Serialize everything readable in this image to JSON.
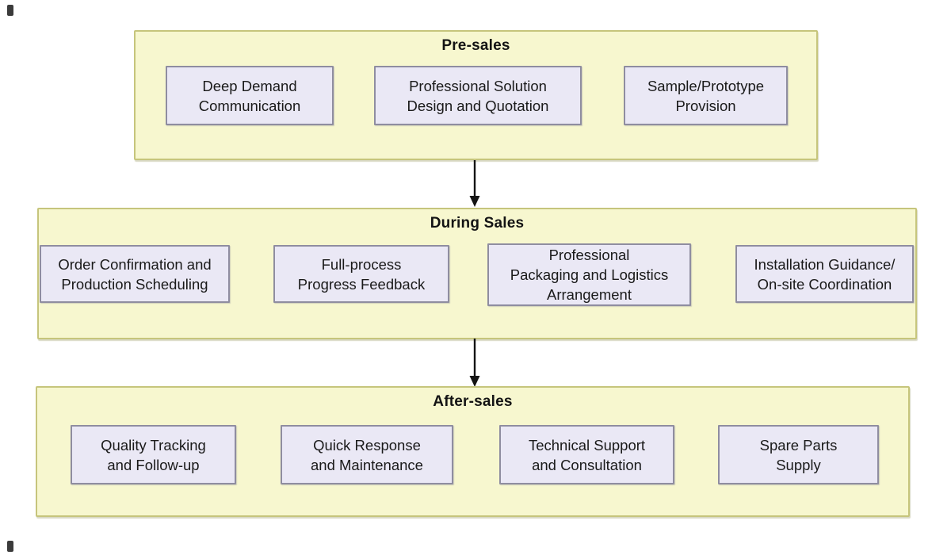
{
  "diagram": {
    "sections": [
      {
        "title": "Pre-sales",
        "items": [
          [
            "Deep Demand",
            "Communication"
          ],
          [
            "Professional Solution",
            "Design and Quotation"
          ],
          [
            "Sample/Prototype",
            "Provision"
          ]
        ]
      },
      {
        "title": "During Sales",
        "items": [
          [
            "Order Confirmation and",
            "Production Scheduling"
          ],
          [
            "Full-process",
            "Progress Feedback"
          ],
          [
            "Professional",
            "Packaging and Logistics",
            "Arrangement"
          ],
          [
            "Installation Guidance/",
            "On-site Coordination"
          ]
        ]
      },
      {
        "title": "After-sales",
        "items": [
          [
            "Quality Tracking",
            "and Follow-up"
          ],
          [
            "Quick Response",
            "and Maintenance"
          ],
          [
            "Technical Support",
            "and Consultation"
          ],
          [
            "Spare Parts",
            "Supply"
          ]
        ]
      }
    ],
    "colors": {
      "background": "#ffffff",
      "section_fill": "#f7f7cf",
      "section_border": "#c6c57c",
      "box_fill": "#eae8f5",
      "box_border": "#8f8da0",
      "arrow": "#141414",
      "text": "#1a1a1a"
    }
  }
}
